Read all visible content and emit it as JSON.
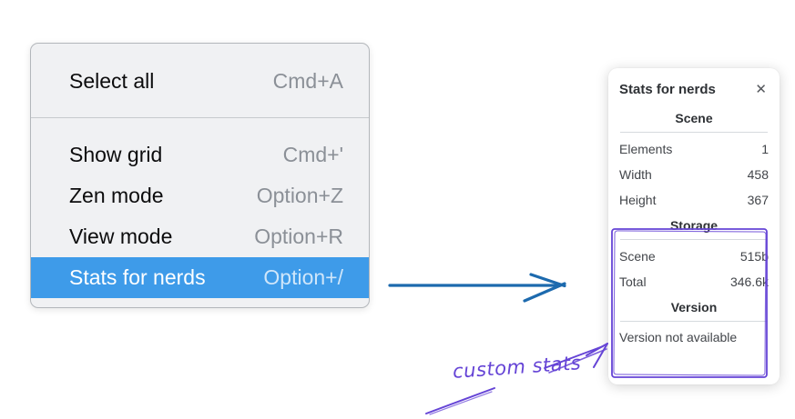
{
  "menu": {
    "groups": [
      {
        "items": [
          {
            "label": "Select all",
            "shortcut": "Cmd+A"
          }
        ]
      },
      {
        "items": [
          {
            "label": "Show grid",
            "shortcut": "Cmd+'"
          },
          {
            "label": "Zen mode",
            "shortcut": "Option+Z"
          },
          {
            "label": "View mode",
            "shortcut": "Option+R"
          },
          {
            "label": "Stats for nerds",
            "shortcut": "Option+/"
          }
        ]
      }
    ],
    "selected_label": "Stats for nerds"
  },
  "panel": {
    "title": "Stats for nerds",
    "close_label": "✕",
    "scene": {
      "heading": "Scene",
      "rows": [
        {
          "label": "Elements",
          "value": "1"
        },
        {
          "label": "Width",
          "value": "458"
        },
        {
          "label": "Height",
          "value": "367"
        }
      ]
    },
    "storage": {
      "heading": "Storage",
      "rows": [
        {
          "label": "Scene",
          "value": "515b"
        },
        {
          "label": "Total",
          "value": "346.6k"
        }
      ]
    },
    "version": {
      "heading": "Version",
      "note": "Version not available"
    }
  },
  "annotation": {
    "label": "custom stats"
  },
  "colors": {
    "menu_highlight": "#3e9be9",
    "flow_arrow_blue": "#1d6aae",
    "annotation_purple": "#6544d6"
  }
}
